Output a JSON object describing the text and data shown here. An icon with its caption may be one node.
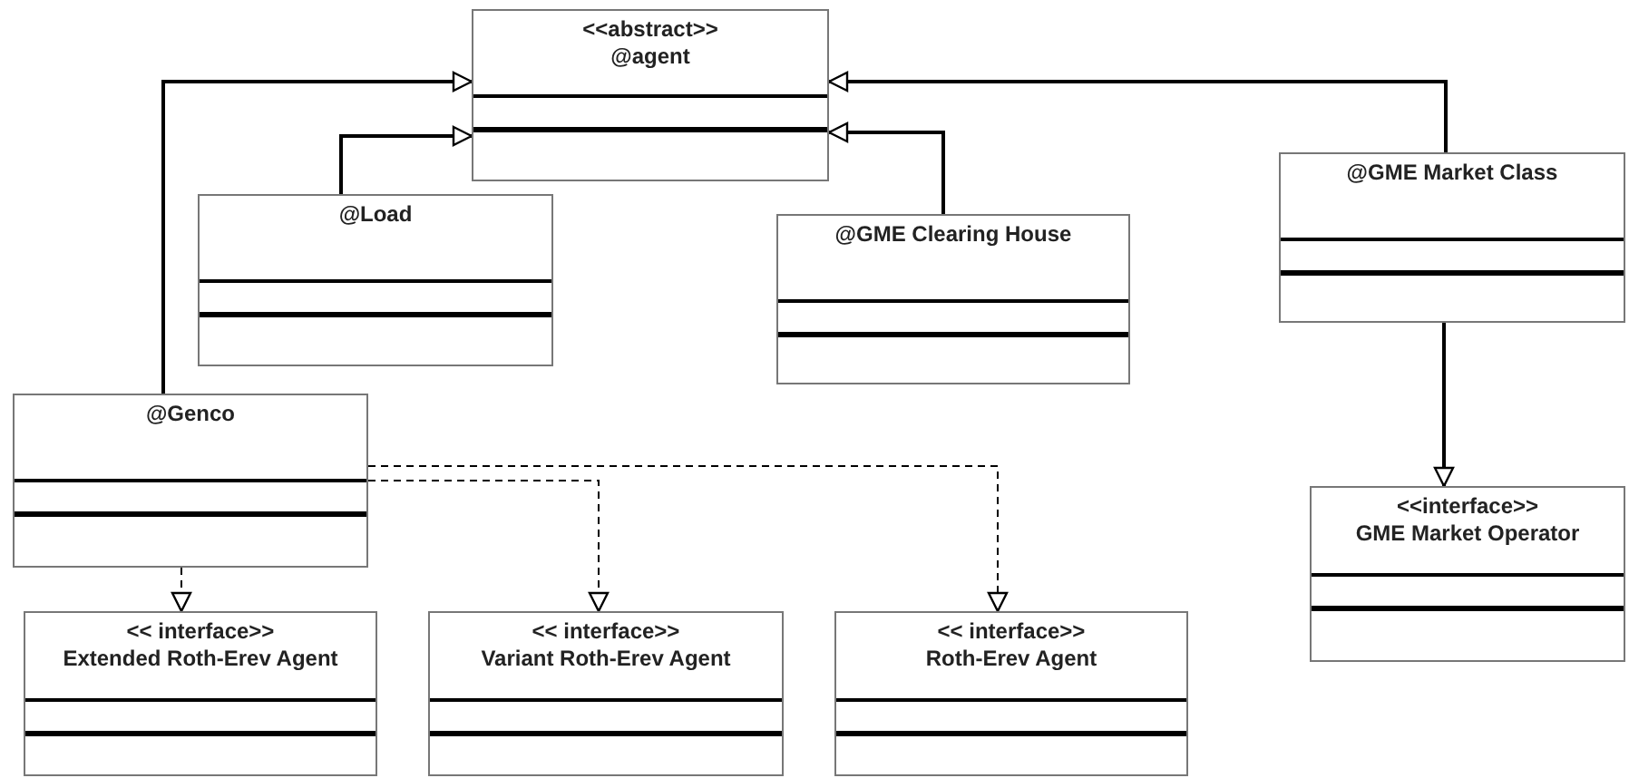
{
  "diagram": {
    "nodes": [
      {
        "text": [
          "<<abstract>>",
          "@agent"
        ]
      },
      {
        "text": [
          "@Load"
        ]
      },
      {
        "text": [
          "@GME Clearing House"
        ]
      },
      {
        "text": [
          "@GME Market Class"
        ]
      },
      {
        "text": [
          "@Genco"
        ]
      },
      {
        "text": [
          "<< interface>>",
          "Extended Roth-Erev Agent"
        ]
      },
      {
        "text": [
          "<< interface>>",
          "Variant Roth-Erev Agent"
        ]
      },
      {
        "text": [
          "<< interface>>",
          "Roth-Erev Agent"
        ]
      },
      {
        "text": [
          "<<interface>>",
          "GME Market Operator"
        ]
      }
    ],
    "edges": [
      {
        "from": 4,
        "to": 0,
        "arrow": "to"
      },
      {
        "from": 1,
        "to": 0,
        "arrow": "to"
      },
      {
        "from": 2,
        "to": 0,
        "arrow": "to"
      },
      {
        "from": 3,
        "to": 0,
        "arrow": "to"
      },
      {
        "from": 3,
        "to": 8,
        "arrow": "to"
      },
      {
        "from": 4,
        "to": 5,
        "arrow": "to",
        "style": "dashed"
      },
      {
        "from": 4,
        "to": 6,
        "arrow": "to",
        "style": "dashed"
      },
      {
        "from": 4,
        "to": 7,
        "arrow": "to",
        "style": "dashed"
      }
    ]
  }
}
